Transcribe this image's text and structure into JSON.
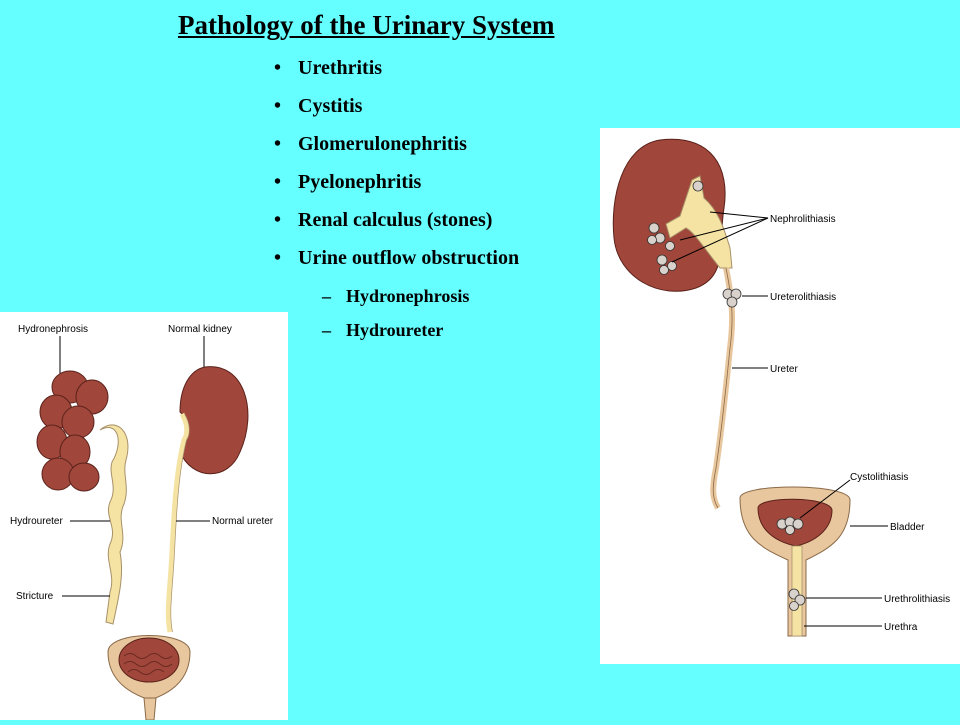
{
  "title": "Pathology of the Urinary System",
  "bullets": [
    "Urethritis",
    "Cystitis",
    "Glomerulonephritis",
    "Pyelonephritis",
    "Renal calculus (stones)",
    "Urine outflow obstruction"
  ],
  "sub_bullets": [
    "Hydronephrosis",
    "Hydroureter"
  ],
  "left_diagram": {
    "labels": {
      "hydronephrosis": "Hydronephrosis",
      "normal_kidney": "Normal kidney",
      "hydroureter": "Hydroureter",
      "normal_ureter": "Normal ureter",
      "stricture": "Stricture"
    }
  },
  "right_diagram": {
    "labels": {
      "nephrolithiasis": "Nephrolithiasis",
      "ureterolithiasis": "Ureterolithiasis",
      "ureter": "Ureter",
      "cystolithiasis": "Cystolithiasis",
      "bladder": "Bladder",
      "urethrolithiasis": "Urethrolithiasis",
      "urethra": "Urethra"
    }
  },
  "colors": {
    "background": "#66FFFF",
    "kidney": "#A0463A",
    "urine": "#F4E3A3",
    "bladder_wall": "#E9C79E"
  }
}
